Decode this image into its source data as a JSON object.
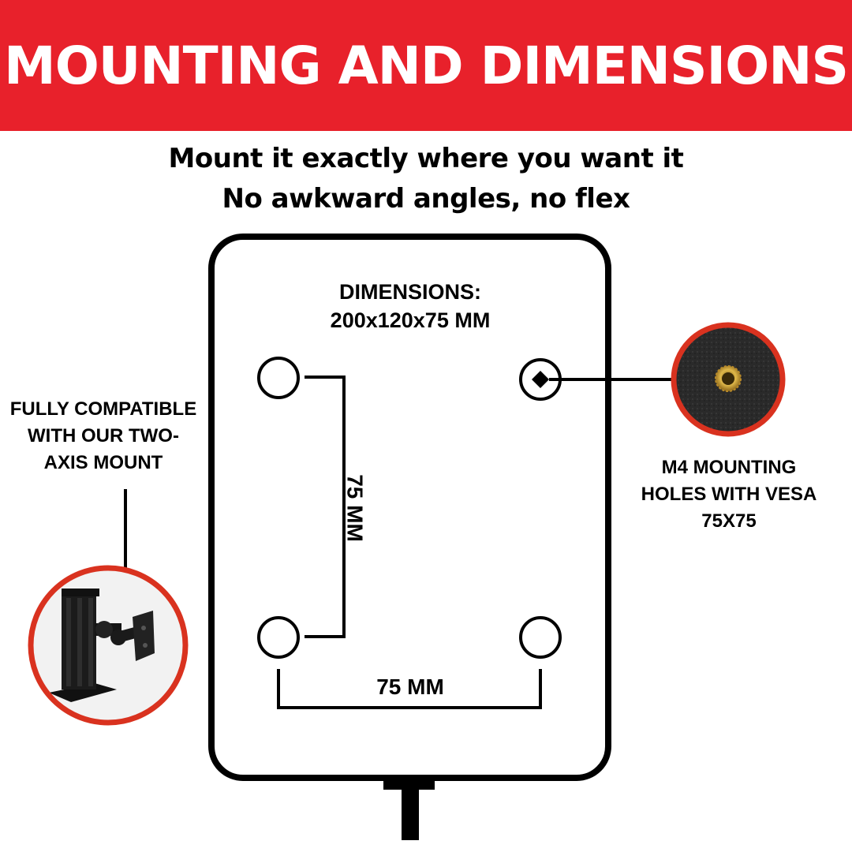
{
  "header": {
    "title": "MOUNTING AND DIMENSIONS"
  },
  "tagline": {
    "line1": "Mount it exactly where you want it",
    "line2": "No awkward angles, no flex"
  },
  "panel": {
    "dimensions_label": "DIMENSIONS:",
    "dimensions_value": "200x120x75 MM",
    "vertical_spacing": "75 MM",
    "horizontal_spacing": "75 MM"
  },
  "left_callout": {
    "lines": [
      "FULLY COMPATIBLE",
      "WITH OUR TWO-",
      "AXIS MOUNT"
    ]
  },
  "right_callout": {
    "lines": [
      "M4 MOUNTING",
      "HOLES WITH VESA",
      "75X75"
    ]
  },
  "colors": {
    "brand_red": "#e8212b",
    "callout_ring": "#d9321f",
    "line": "#000000"
  },
  "icons": {
    "mount_photo": "two-axis-mount-icon",
    "insert_photo": "threaded-insert-icon"
  }
}
